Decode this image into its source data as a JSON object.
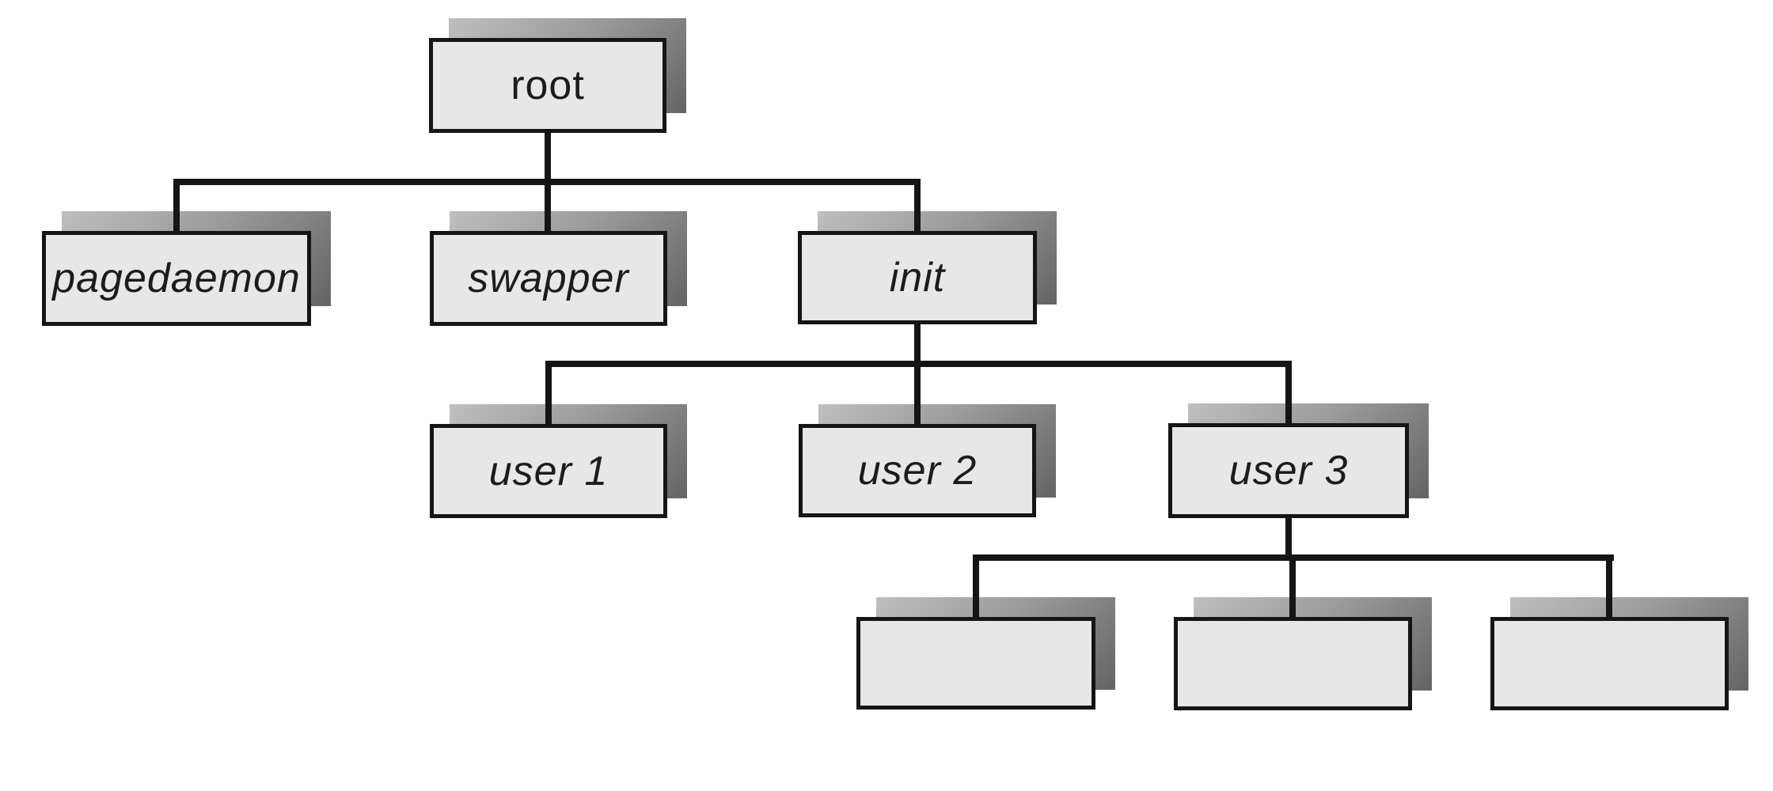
{
  "diagram": {
    "kind": "process-tree",
    "nodes": {
      "root": {
        "label": "root",
        "level": 0
      },
      "pagedaemon": {
        "label": "pagedaemon",
        "level": 1
      },
      "swapper": {
        "label": "swapper",
        "level": 1
      },
      "init": {
        "label": "init",
        "level": 1
      },
      "user1": {
        "label": "user 1",
        "level": 2
      },
      "user2": {
        "label": "user 2",
        "level": 2
      },
      "user3": {
        "label": "user 3",
        "level": 2
      },
      "child1": {
        "label": "",
        "level": 3
      },
      "child2": {
        "label": "",
        "level": 3
      },
      "child3": {
        "label": "",
        "level": 3
      }
    },
    "edges": [
      {
        "parent": "root",
        "child": "pagedaemon"
      },
      {
        "parent": "root",
        "child": "swapper"
      },
      {
        "parent": "root",
        "child": "init"
      },
      {
        "parent": "init",
        "child": "user1"
      },
      {
        "parent": "init",
        "child": "user2"
      },
      {
        "parent": "init",
        "child": "user3"
      },
      {
        "parent": "user3",
        "child": "child1"
      },
      {
        "parent": "user3",
        "child": "child2"
      },
      {
        "parent": "user3",
        "child": "child3"
      }
    ],
    "colors": {
      "background": "#ffffff",
      "box_fill": "#e7e7e7",
      "box_border": "#151515",
      "line": "#151515",
      "shadow_light": "#bfbfbf",
      "shadow_dark": "#646464",
      "text": "#1c1c1c"
    }
  }
}
